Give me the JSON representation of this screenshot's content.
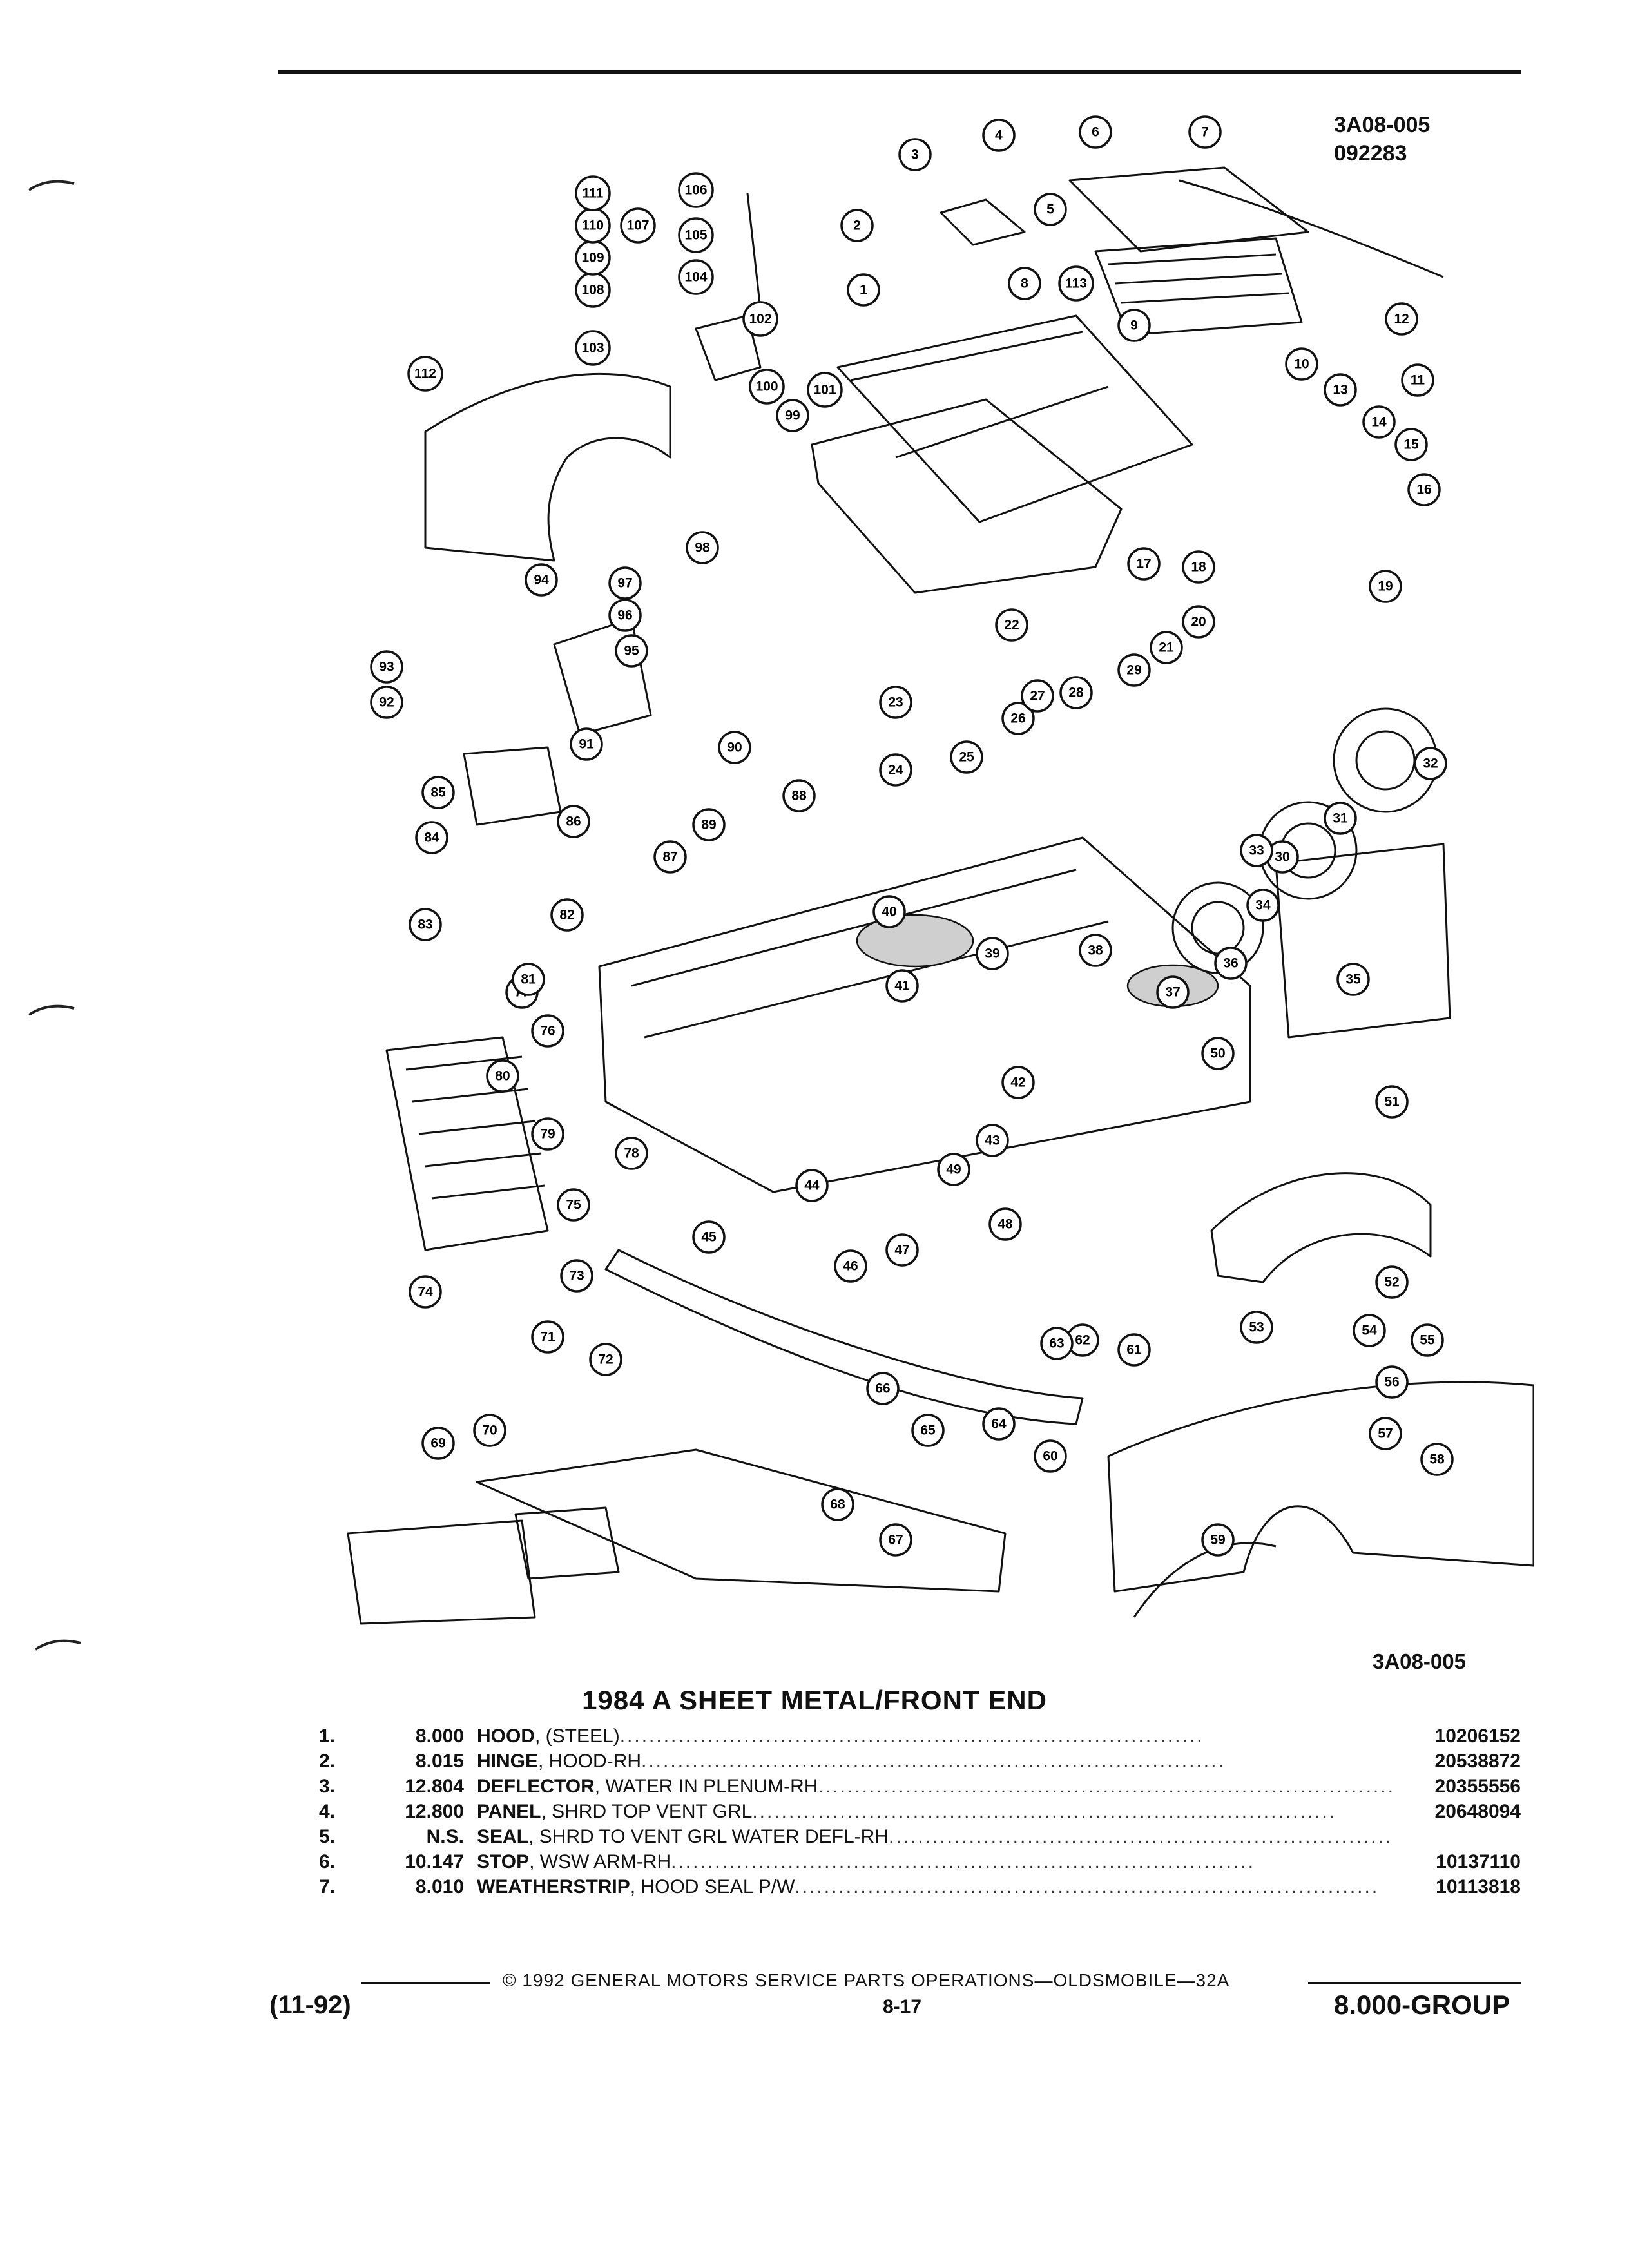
{
  "header": {
    "ref_code": "3A08-005",
    "ref_date": "092283"
  },
  "diagram": {
    "ref_code_bottom": "3A08-005",
    "callouts": [
      "1",
      "2",
      "3",
      "4",
      "5",
      "6",
      "7",
      "8",
      "9",
      "10",
      "11",
      "12",
      "13",
      "14",
      "15",
      "16",
      "17",
      "18",
      "19",
      "20",
      "21",
      "22",
      "23",
      "24",
      "25",
      "26",
      "27",
      "28",
      "29",
      "30",
      "31",
      "32",
      "33",
      "34",
      "35",
      "36",
      "37",
      "38",
      "39",
      "40",
      "41",
      "42",
      "43",
      "44",
      "45",
      "46",
      "47",
      "48",
      "49",
      "50",
      "51",
      "52",
      "53",
      "54",
      "55",
      "56",
      "57",
      "58",
      "59",
      "60",
      "61",
      "62",
      "63",
      "64",
      "65",
      "66",
      "67",
      "68",
      "69",
      "70",
      "71",
      "72",
      "73",
      "74",
      "75",
      "76",
      "77",
      "78",
      "79",
      "80",
      "81",
      "82",
      "83",
      "84",
      "85",
      "86",
      "87",
      "88",
      "89",
      "90",
      "91",
      "92",
      "93",
      "94",
      "95",
      "96",
      "97",
      "98",
      "99",
      "100",
      "101",
      "102",
      "103",
      "104",
      "105",
      "106",
      "107",
      "108",
      "109",
      "110",
      "111",
      "112",
      "113"
    ]
  },
  "title": "1984 A SHEET METAL/FRONT END",
  "parts": [
    {
      "num": "1.",
      "code": "8.000",
      "name": "HOOD",
      "detail": ", (STEEL)",
      "pn": "10206152"
    },
    {
      "num": "2.",
      "code": "8.015",
      "name": "HINGE",
      "detail": ", HOOD-RH",
      "pn": "20538872"
    },
    {
      "num": "3.",
      "code": "12.804",
      "name": "DEFLECTOR",
      "detail": ", WATER IN PLENUM-RH",
      "pn": "20355556"
    },
    {
      "num": "4.",
      "code": "12.800",
      "name": "PANEL",
      "detail": ", SHRD TOP VENT GRL",
      "pn": "20648094"
    },
    {
      "num": "5.",
      "code": "N.S.",
      "name": "SEAL",
      "detail": ", SHRD TO VENT GRL WATER DEFL-RH",
      "pn": ""
    },
    {
      "num": "6.",
      "code": "10.147",
      "name": "STOP",
      "detail": ", WSW ARM-RH",
      "pn": "10137110"
    },
    {
      "num": "7.",
      "code": "8.010",
      "name": "WEATHERSTRIP",
      "detail": ", HOOD SEAL P/W",
      "pn": "10113818"
    }
  ],
  "footer": {
    "copyright": "© 1992 GENERAL MOTORS SERVICE PARTS OPERATIONS—OLDSMOBILE—32A",
    "date": "(11-92)",
    "page": "8-17",
    "group": "8.000-GROUP"
  }
}
